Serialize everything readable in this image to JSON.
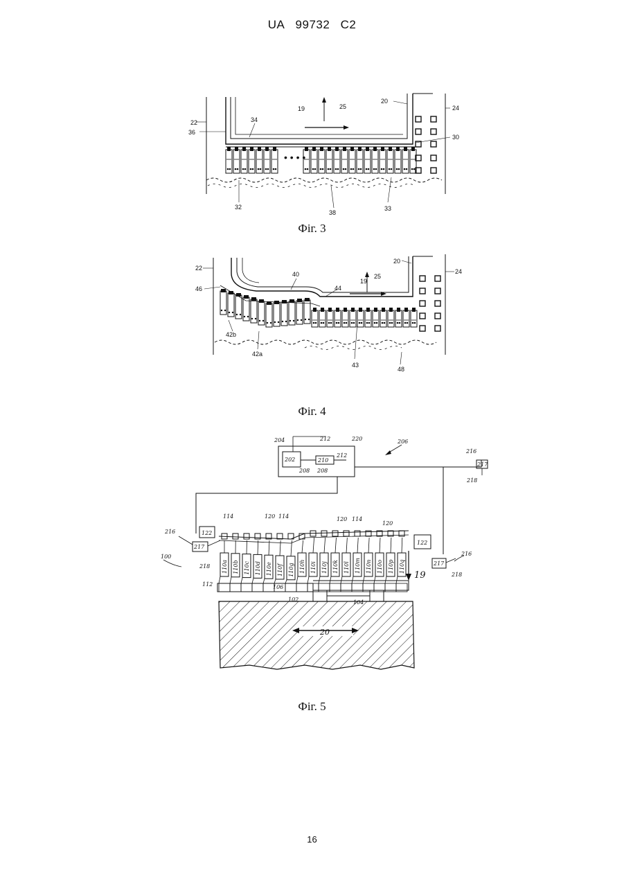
{
  "header": {
    "country": "UA",
    "number": "99732",
    "kind": "C2"
  },
  "fig3": {
    "caption": "Фіг. 3",
    "labels": {
      "l22": "22",
      "l36": "36",
      "l34": "34",
      "l19": "19",
      "l25": "25",
      "l20": "20",
      "l24": "24",
      "l30": "30",
      "l32": "32",
      "l38": "38",
      "l33": "33"
    }
  },
  "fig4": {
    "caption": "Фіг. 4",
    "labels": {
      "l22": "22",
      "l46": "46",
      "l40": "40",
      "l44": "44",
      "l19": "19",
      "l25": "25",
      "l20": "20",
      "l24": "24",
      "l42b": "42b",
      "l42a": "42a",
      "l43": "43",
      "l48": "48"
    }
  },
  "fig5": {
    "caption": "Фіг. 5",
    "labels": {
      "l204": "204",
      "l212a": "212",
      "l220": "220",
      "l206": "206",
      "l202": "202",
      "l210": "210",
      "l212b": "212",
      "l208a": "208",
      "l208b": "208",
      "l216a": "216",
      "l218a": "218",
      "l217a": "217",
      "l216b": "216",
      "l218b": "218",
      "l217b": "217",
      "l216c": "216",
      "l218c": "218",
      "l217c": "217",
      "l100": "100",
      "l112": "112",
      "l114a": "114",
      "l114b": "114",
      "l114c": "114",
      "l120a": "120",
      "l120b": "120",
      "l120c": "120",
      "l122a": "122",
      "l122b": "122",
      "l106": "106",
      "l102": "102",
      "l104": "104",
      "l19": "19",
      "l20": "20"
    },
    "segment_labels": [
      "110a",
      "110b",
      "110c",
      "110d",
      "110e",
      "110f",
      "110g",
      "110h",
      "110i",
      "110j",
      "110k",
      "110l",
      "110m",
      "110n",
      "110o",
      "110p",
      "110q"
    ]
  },
  "page_number": "16"
}
